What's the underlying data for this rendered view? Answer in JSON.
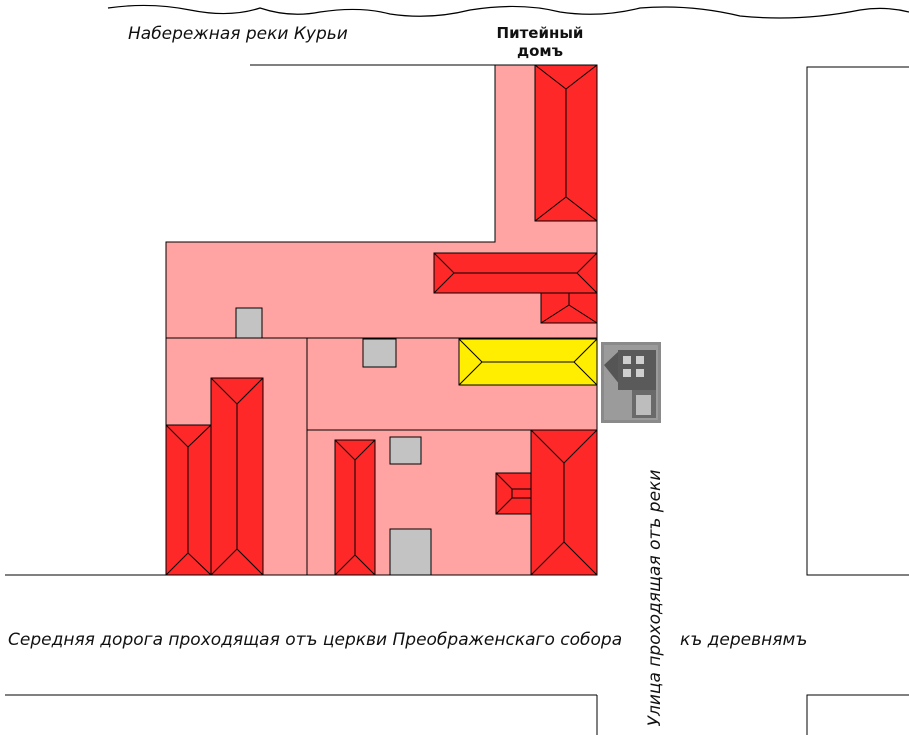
{
  "labels": {
    "embankment": "Набережная реки  Курьи",
    "drinking_house_line1": "Питейный",
    "drinking_house_line2": "домъ",
    "middle_road": "Середняя дорога проходящая отъ церкви Преображенскаго собора",
    "to_villages": "къ деревнямъ",
    "side_street": "Улица проходящая отъ реки"
  },
  "colors": {
    "lot_fill": "#ffa3a3",
    "roof_red": "#ff2828",
    "roof_yellow": "#ffee00",
    "outbuilding_gray": "#c3c3c3",
    "line": "#000000"
  },
  "icons": {
    "landmark": "building-thumbnail-icon"
  }
}
